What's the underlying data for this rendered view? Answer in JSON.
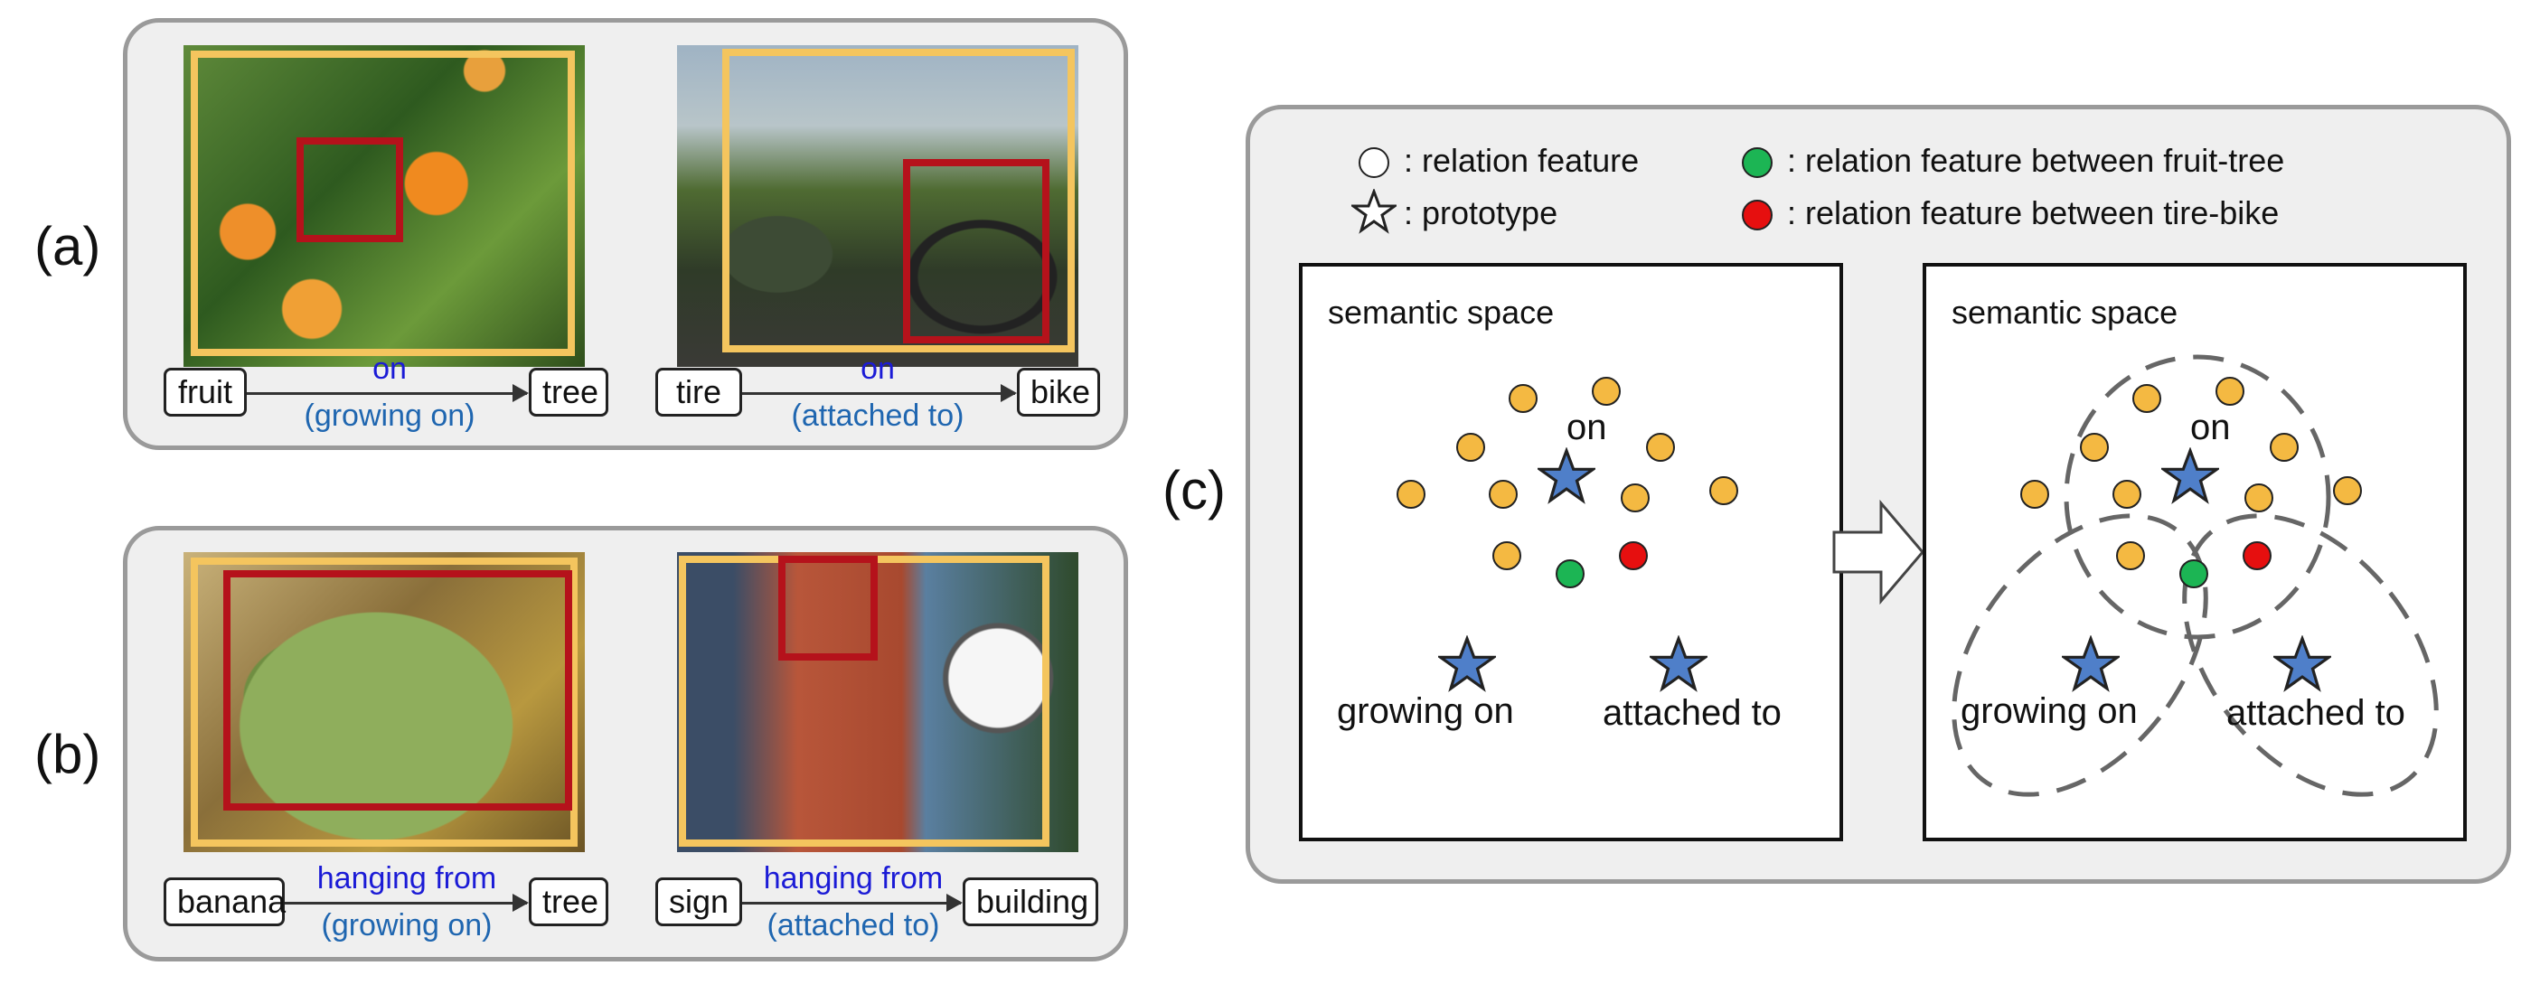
{
  "panels": {
    "a": {
      "label": "(a)",
      "left": {
        "subject": "fruit",
        "object": "tree",
        "relation": "on",
        "fine_relation": "(growing on)"
      },
      "right": {
        "subject": "tire",
        "object": "bike",
        "relation": "on",
        "fine_relation": "(attached to)"
      }
    },
    "b": {
      "label": "(b)",
      "left": {
        "subject": "banana",
        "object": "tree",
        "relation": "hanging from",
        "fine_relation": "(growing on)"
      },
      "right": {
        "subject": "sign",
        "object": "building",
        "relation": "hanging from",
        "fine_relation": "(attached to)"
      }
    },
    "c": {
      "label": "(c)",
      "legend": {
        "relation_feature": ": relation feature",
        "prototype": ": prototype",
        "fruit_tree": ": relation feature between fruit-tree",
        "tire_bike": ": relation feature between tire-bike"
      },
      "left_space": {
        "title": "semantic space",
        "on": "on",
        "growing_on": "growing on",
        "attached_to": "attached to"
      },
      "right_space": {
        "title": "semantic space",
        "on": "on",
        "growing_on": "growing on",
        "attached_to": "attached to"
      }
    }
  },
  "colors": {
    "relation_feature": "#f4b942",
    "fruit_tree": "#1cb554",
    "tire_bike": "#e60f0f",
    "prototype": "#4f7fc9",
    "subject_box": "#f4c55e",
    "object_box": "#b5121b"
  },
  "icons": {
    "prototype": "star-icon",
    "relation_feature": "circle-icon",
    "transition": "right-arrow-icon"
  }
}
